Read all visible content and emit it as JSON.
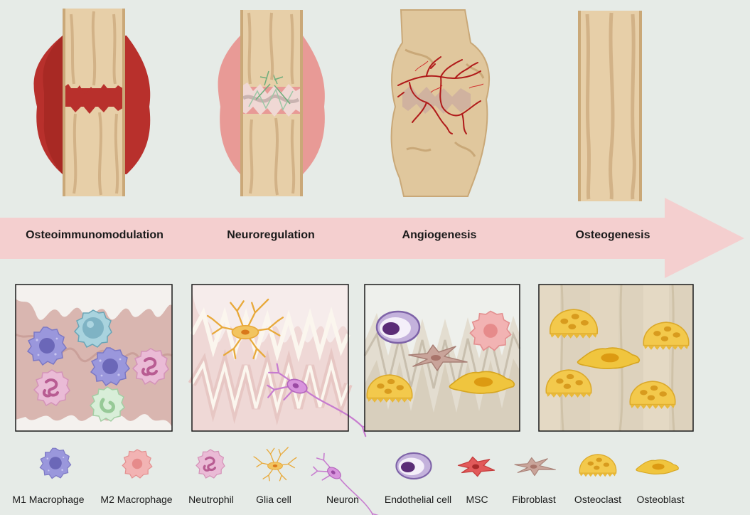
{
  "stages": [
    {
      "label": "Osteoimmunomodulation"
    },
    {
      "label": "Neuroregulation"
    },
    {
      "label": "Angiogenesis"
    },
    {
      "label": "Osteogenesis"
    }
  ],
  "legend": [
    {
      "label": "M1 Macrophage",
      "icon": "m1-macrophage-icon"
    },
    {
      "label": "M2 Macrophage",
      "icon": "m2-macrophage-icon"
    },
    {
      "label": "Neutrophil",
      "icon": "neutrophil-icon"
    },
    {
      "label": "Glia cell",
      "icon": "glia-cell-icon"
    },
    {
      "label": "Neuron",
      "icon": "neuron-icon"
    },
    {
      "label": "Endothelial cell",
      "icon": "endothelial-cell-icon"
    },
    {
      "label": "MSC",
      "icon": "msc-icon"
    },
    {
      "label": "Fibroblast",
      "icon": "fibroblast-icon"
    },
    {
      "label": "Osteoclast",
      "icon": "osteoclast-icon"
    },
    {
      "label": "Osteoblast",
      "icon": "osteoblast-icon"
    }
  ],
  "colors": {
    "background": "#e6ebe7",
    "arrow": "#f4cfcf",
    "bone": "#e7cfa8",
    "hematoma": "#b8302c",
    "soft_callus": "#e89a96",
    "vessel": "#b01a1a",
    "m1_macrophage": "#9a97dc",
    "m2_macrophage": "#f2b3b3",
    "neutrophil": "#eabbd6",
    "glia": "#e8a93a",
    "neuron": "#c77ccf",
    "endothelial": "#a98fc9",
    "msc": "#e25a5a",
    "fibroblast": "#c9a49a",
    "osteoclast": "#f3c94c",
    "osteoblast": "#f0c53e"
  }
}
